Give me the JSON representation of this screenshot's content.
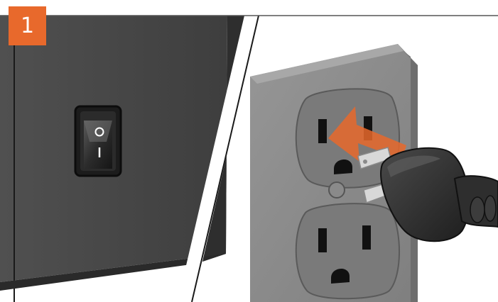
{
  "step": {
    "number": "1"
  },
  "switch": {
    "on_symbol": "I",
    "off_symbol": "O"
  },
  "colors": {
    "accent": "#e8692c",
    "device_body": "#4a4a4a",
    "device_dark": "#2a2a2a",
    "outlet_plate": "#8c8c8c",
    "plug": "#3a3a3a",
    "prong": "#d8d8d8",
    "background": "#ffffff"
  },
  "icons": {
    "power_switch": "rocker-switch-icon",
    "arrow": "insert-arrow-icon",
    "plug": "power-plug-icon",
    "outlet": "wall-outlet-icon"
  }
}
